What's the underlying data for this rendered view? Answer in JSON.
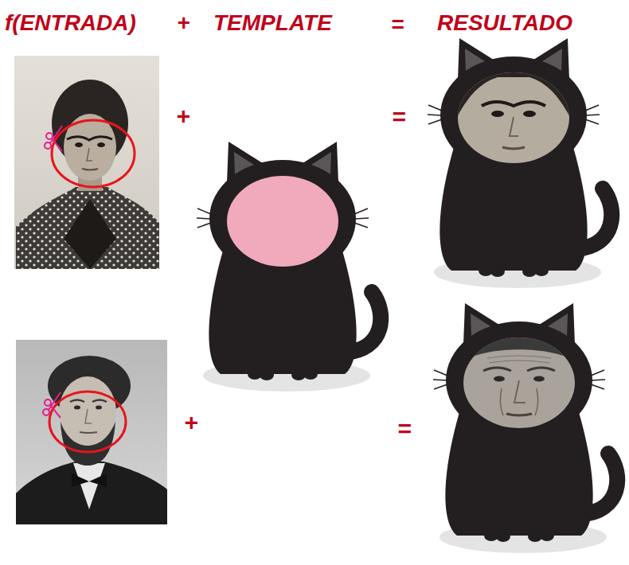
{
  "diagram": {
    "labels": [
      "f(ENTRADA)",
      "+",
      "TEMPLATE",
      "=",
      "RESULTADO",
      "+",
      "=",
      "+",
      "="
    ]
  }
}
